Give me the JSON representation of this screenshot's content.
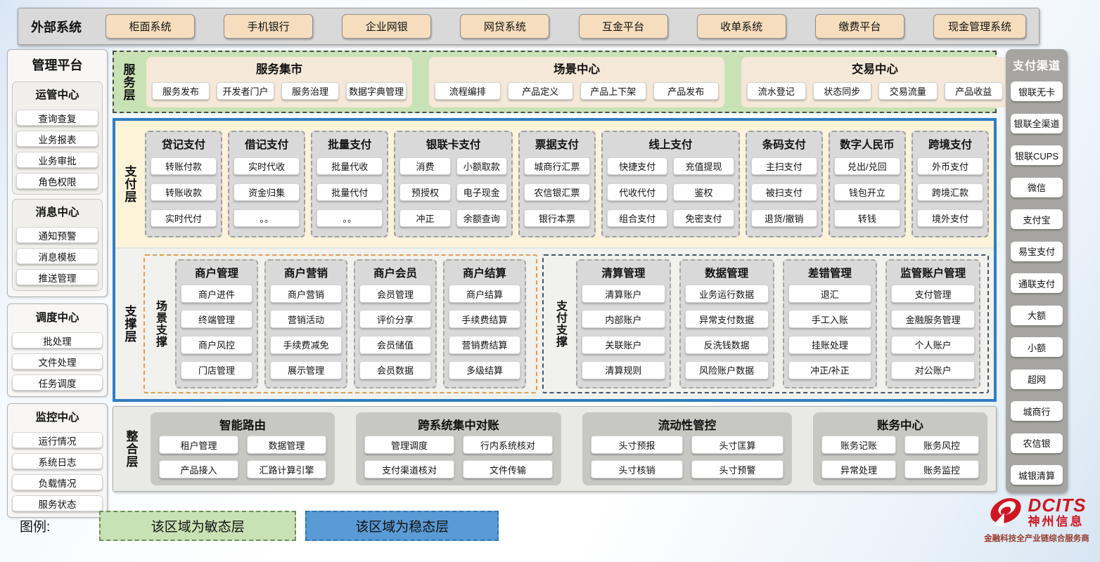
{
  "colors": {
    "tan": "#f6ddbd",
    "agile_green": "#c9e2b5",
    "stable_blue": "#5b9bd5",
    "stable_border": "#2f7ec2",
    "brand_red": "#cf1722"
  },
  "external_systems": {
    "label": "外部系统",
    "items": [
      "柜面系统",
      "手机银行",
      "企业网银",
      "网贷系统",
      "互金平台",
      "收单系统",
      "缴费平台",
      "现金管理系统"
    ]
  },
  "management_platform": {
    "title": "管理平台",
    "groups": [
      {
        "title": "运管中心",
        "items": [
          "查询查复",
          "业务报表",
          "业务审批",
          "角色权限"
        ]
      },
      {
        "title": "消息中心",
        "items": [
          "通知预警",
          "消息模板",
          "推送管理"
        ]
      },
      {
        "title": "调度中心",
        "items": [
          "批处理",
          "文件处理",
          "任务调度"
        ]
      },
      {
        "title": "监控中心",
        "items": [
          "运行情况",
          "系统日志",
          "负载情况",
          "服务状态"
        ]
      }
    ]
  },
  "service_layer": {
    "label": "服务层",
    "groups": [
      {
        "title": "服务集市",
        "items": [
          "服务发布",
          "开发者门户",
          "服务治理",
          "数据字典管理"
        ]
      },
      {
        "title": "场景中心",
        "items": [
          "流程编排",
          "产品定义",
          "产品上下架",
          "产品发布"
        ]
      },
      {
        "title": "交易中心",
        "items": [
          "流水登记",
          "状态同步",
          "交易流量",
          "产品收益"
        ]
      }
    ]
  },
  "payment_layer": {
    "label": "支付层",
    "columns": [
      {
        "title": "贷记支付",
        "cols": 1,
        "items": [
          "转账付款",
          "转账收款",
          "实时代付"
        ]
      },
      {
        "title": "借记支付",
        "cols": 1,
        "items": [
          "实时代收",
          "资金归集",
          "。。"
        ]
      },
      {
        "title": "批量支付",
        "cols": 1,
        "items": [
          "批量代收",
          "批量代付",
          "。。"
        ]
      },
      {
        "title": "银联卡支付",
        "cols": 2,
        "items": [
          "消费",
          "小额取款",
          "预授权",
          "电子现金",
          "冲正",
          "余额查询"
        ]
      },
      {
        "title": "票据支付",
        "cols": 1,
        "items": [
          "城商行汇票",
          "农信银汇票",
          "银行本票"
        ]
      },
      {
        "title": "线上支付",
        "cols": 2,
        "items": [
          "快捷支付",
          "充值提现",
          "代收代付",
          "鉴权",
          "组合支付",
          "免密支付"
        ]
      },
      {
        "title": "条码支付",
        "cols": 1,
        "items": [
          "主扫支付",
          "被扫支付",
          "退货/撤销"
        ]
      },
      {
        "title": "数字人民币",
        "cols": 1,
        "items": [
          "兑出/兑回",
          "钱包开立",
          "转钱"
        ]
      },
      {
        "title": "跨境支付",
        "cols": 1,
        "items": [
          "外币支付",
          "跨境汇款",
          "境外支付"
        ]
      }
    ]
  },
  "support_layer": {
    "label": "支撑层",
    "scene_support": {
      "label": "场景支撑",
      "columns": [
        {
          "title": "商户管理",
          "items": [
            "商户进件",
            "终端管理",
            "商户风控",
            "门店管理"
          ]
        },
        {
          "title": "商户营销",
          "items": [
            "商户营销",
            "营销活动",
            "手续费减免",
            "展示管理"
          ]
        },
        {
          "title": "商户会员",
          "items": [
            "会员管理",
            "评价分享",
            "会员储值",
            "会员数据"
          ]
        },
        {
          "title": "商户结算",
          "items": [
            "商户结算",
            "手续费结算",
            "营销费结算",
            "多级结算"
          ]
        }
      ]
    },
    "payment_support": {
      "label": "支付支撑",
      "columns": [
        {
          "title": "清算管理",
          "items": [
            "清算账户",
            "内部账户",
            "关联账户",
            "清算规则"
          ]
        },
        {
          "title": "数据管理",
          "items": [
            "业务运行数据",
            "异常支付数据",
            "反洗钱数据",
            "风险账户数据"
          ]
        },
        {
          "title": "差错管理",
          "items": [
            "退汇",
            "手工入账",
            "挂账处理",
            "冲正/补正"
          ]
        },
        {
          "title": "监管账户管理",
          "items": [
            "支付管理",
            "金融服务管理",
            "个人账户",
            "对公账户"
          ]
        }
      ]
    }
  },
  "integration_layer": {
    "label": "整合层",
    "groups": [
      {
        "title": "智能路由",
        "items": [
          "租户管理",
          "数据管理",
          "产品接入",
          "汇路计算引擎"
        ]
      },
      {
        "title": "跨系统集中对账",
        "items": [
          "管理调度",
          "行内系统核对",
          "支付渠道核对",
          "文件传输"
        ]
      },
      {
        "title": "流动性管控",
        "items": [
          "头寸预报",
          "头寸匡算",
          "头寸核销",
          "头寸预警"
        ]
      },
      {
        "title": "账务中心",
        "items": [
          "账务记账",
          "账务风控",
          "异常处理",
          "账务监控"
        ]
      }
    ]
  },
  "payment_channels": {
    "title": "支付渠道",
    "items": [
      "银联无卡",
      "银联全渠道",
      "银联CUPS",
      "微信",
      "支付宝",
      "易宝支付",
      "通联支付",
      "大额",
      "小额",
      "超网",
      "城商行",
      "农信银",
      "城银清算"
    ]
  },
  "legend": {
    "label": "图例:",
    "agile": "该区域为敏态层",
    "stable": "该区域为稳态层"
  },
  "logo": {
    "brand": "DCITS",
    "name": "神州信息",
    "tagline": "金融科技全产业链综合服务商"
  }
}
